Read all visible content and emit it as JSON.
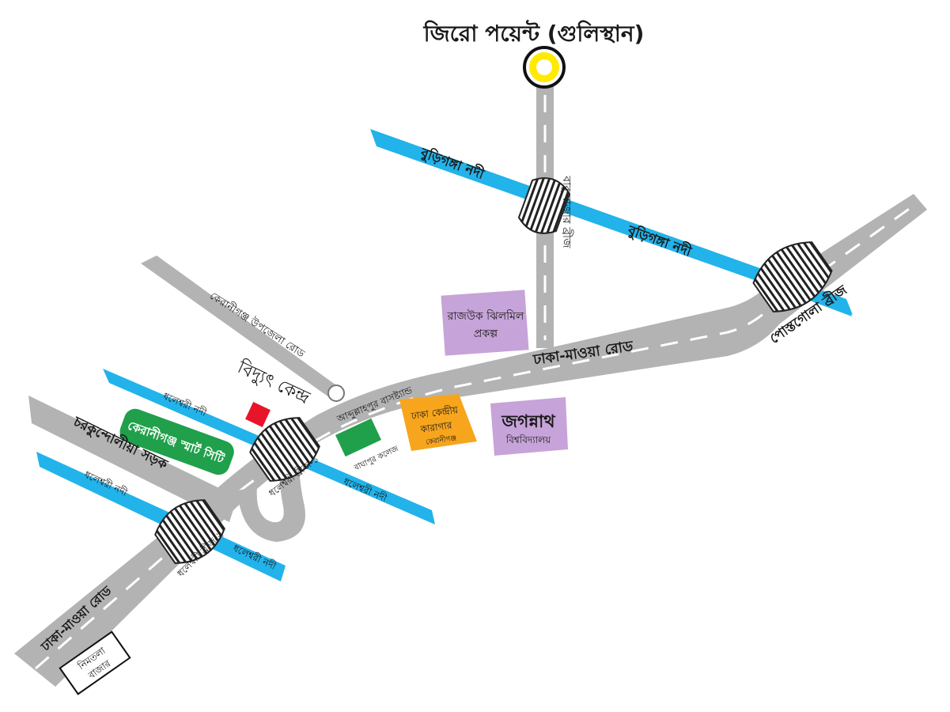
{
  "colors": {
    "road": "#b3b3b3",
    "river": "#22b3ea",
    "purple_box": "#c6a3d8",
    "orange_box": "#f7a51c",
    "green": "#20a04a",
    "red": "#e8142a",
    "zero_point": "#ffea00"
  },
  "zero_point": {
    "label": "জিরো পয়েন্ট (গুলিস্থান)"
  },
  "rivers": {
    "buriganga_1": "বুড়িগঙ্গা নদী",
    "buriganga_2": "বুড়িগঙ্গা নদী",
    "dhaleshwari_1": "ধলেশ্বরী নদী",
    "dhaleshwari_2": "ধলেশ্বরী নদী",
    "dhaleshwari_3": "ধলেশ্বরী নদী",
    "dhaleshwari_4": "ধলেশ্বরী নদী"
  },
  "bridges": {
    "babubazar": "বাবু বাজার ব্রীজ",
    "postogola": "পোস্তগোলা ব্রীজ",
    "dhaleshwari_1": "ধলেশ্বরী ব্রীজ-১",
    "dhaleshwari_2": "ধলেশ্বরী ব্রীজ-২"
  },
  "roads": {
    "dhaka_mawa_east": "ঢাকা-মাওয়া রোড",
    "dhaka_mawa_west": "ঢাকা-মাওয়া রোড",
    "upazila_road": "কেরানীগঞ্জ উপজেলা রোড",
    "charkundoli": "চরকুন্দোলীয়া সড়ক",
    "bus_stand": "আব্দুল্লাহপুর বাসষ্ট্যান্ড"
  },
  "landmarks": {
    "rajuk_line1": "রাজউক ঝিলমিল",
    "rajuk_line2": "প্রকল্প",
    "jail_line1": "ঢাকা কেন্দ্রীয়",
    "jail_line2": "কারাগার",
    "jail_line3": "কেরানীগঞ্জ",
    "jagannath_line1": "জগন্নাথ",
    "jagannath_line2": "বিশ্ববিদ্যালয়",
    "power_station": "বিদ্যুৎ কেন্দ্র",
    "smart_city": "কেরানীগঞ্জ স্মার্ট সিটি",
    "college": "বাঘাপুর কলেজ",
    "nimtola_line1": "নিমতলা",
    "nimtola_line2": "বাজার"
  }
}
